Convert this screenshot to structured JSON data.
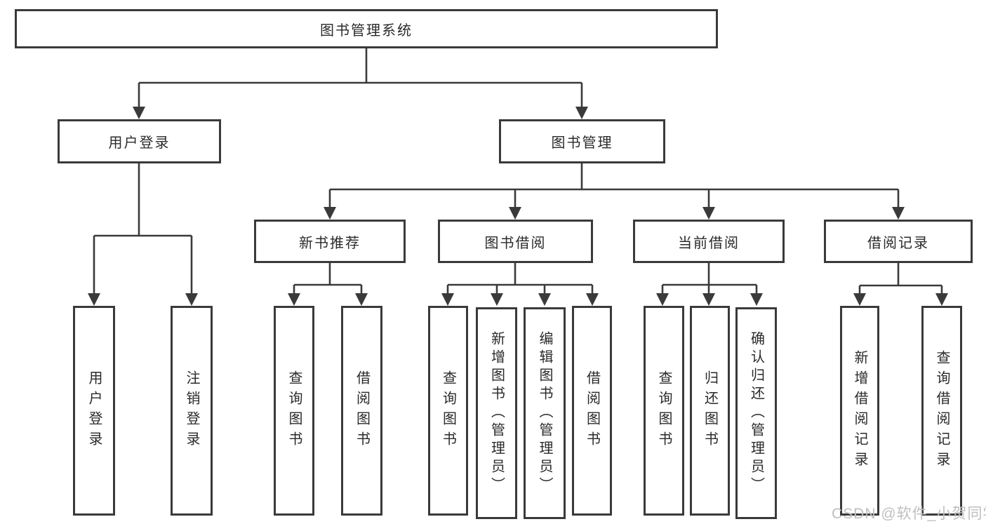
{
  "diagram": {
    "type": "tree",
    "root": {
      "label": "图书管理系统",
      "children": [
        {
          "label": "用户登录",
          "children": [
            {
              "label": "用户登录"
            },
            {
              "label": "注销登录"
            }
          ]
        },
        {
          "label": "图书管理",
          "children": [
            {
              "label": "新书推荐",
              "children": [
                {
                  "label": "查询图书"
                },
                {
                  "label": "借阅图书"
                }
              ]
            },
            {
              "label": "图书借阅",
              "children": [
                {
                  "label": "查询图书"
                },
                {
                  "label": "新增图书（管理员）"
                },
                {
                  "label": "编辑图书（管理员）"
                },
                {
                  "label": "借阅图书"
                }
              ]
            },
            {
              "label": "当前借阅",
              "children": [
                {
                  "label": "查询图书"
                },
                {
                  "label": "归还图书"
                },
                {
                  "label": "确认归还（管理员）"
                }
              ]
            },
            {
              "label": "借阅记录",
              "children": [
                {
                  "label": "新增借阅记录"
                },
                {
                  "label": "查询借阅记录"
                }
              ]
            }
          ]
        }
      ]
    }
  },
  "colors": {
    "line": "#3a3a3a",
    "text": "#2a2a2a",
    "watermark": "#bfbfbf"
  },
  "watermark": "CSDN @软件_小贺同学"
}
